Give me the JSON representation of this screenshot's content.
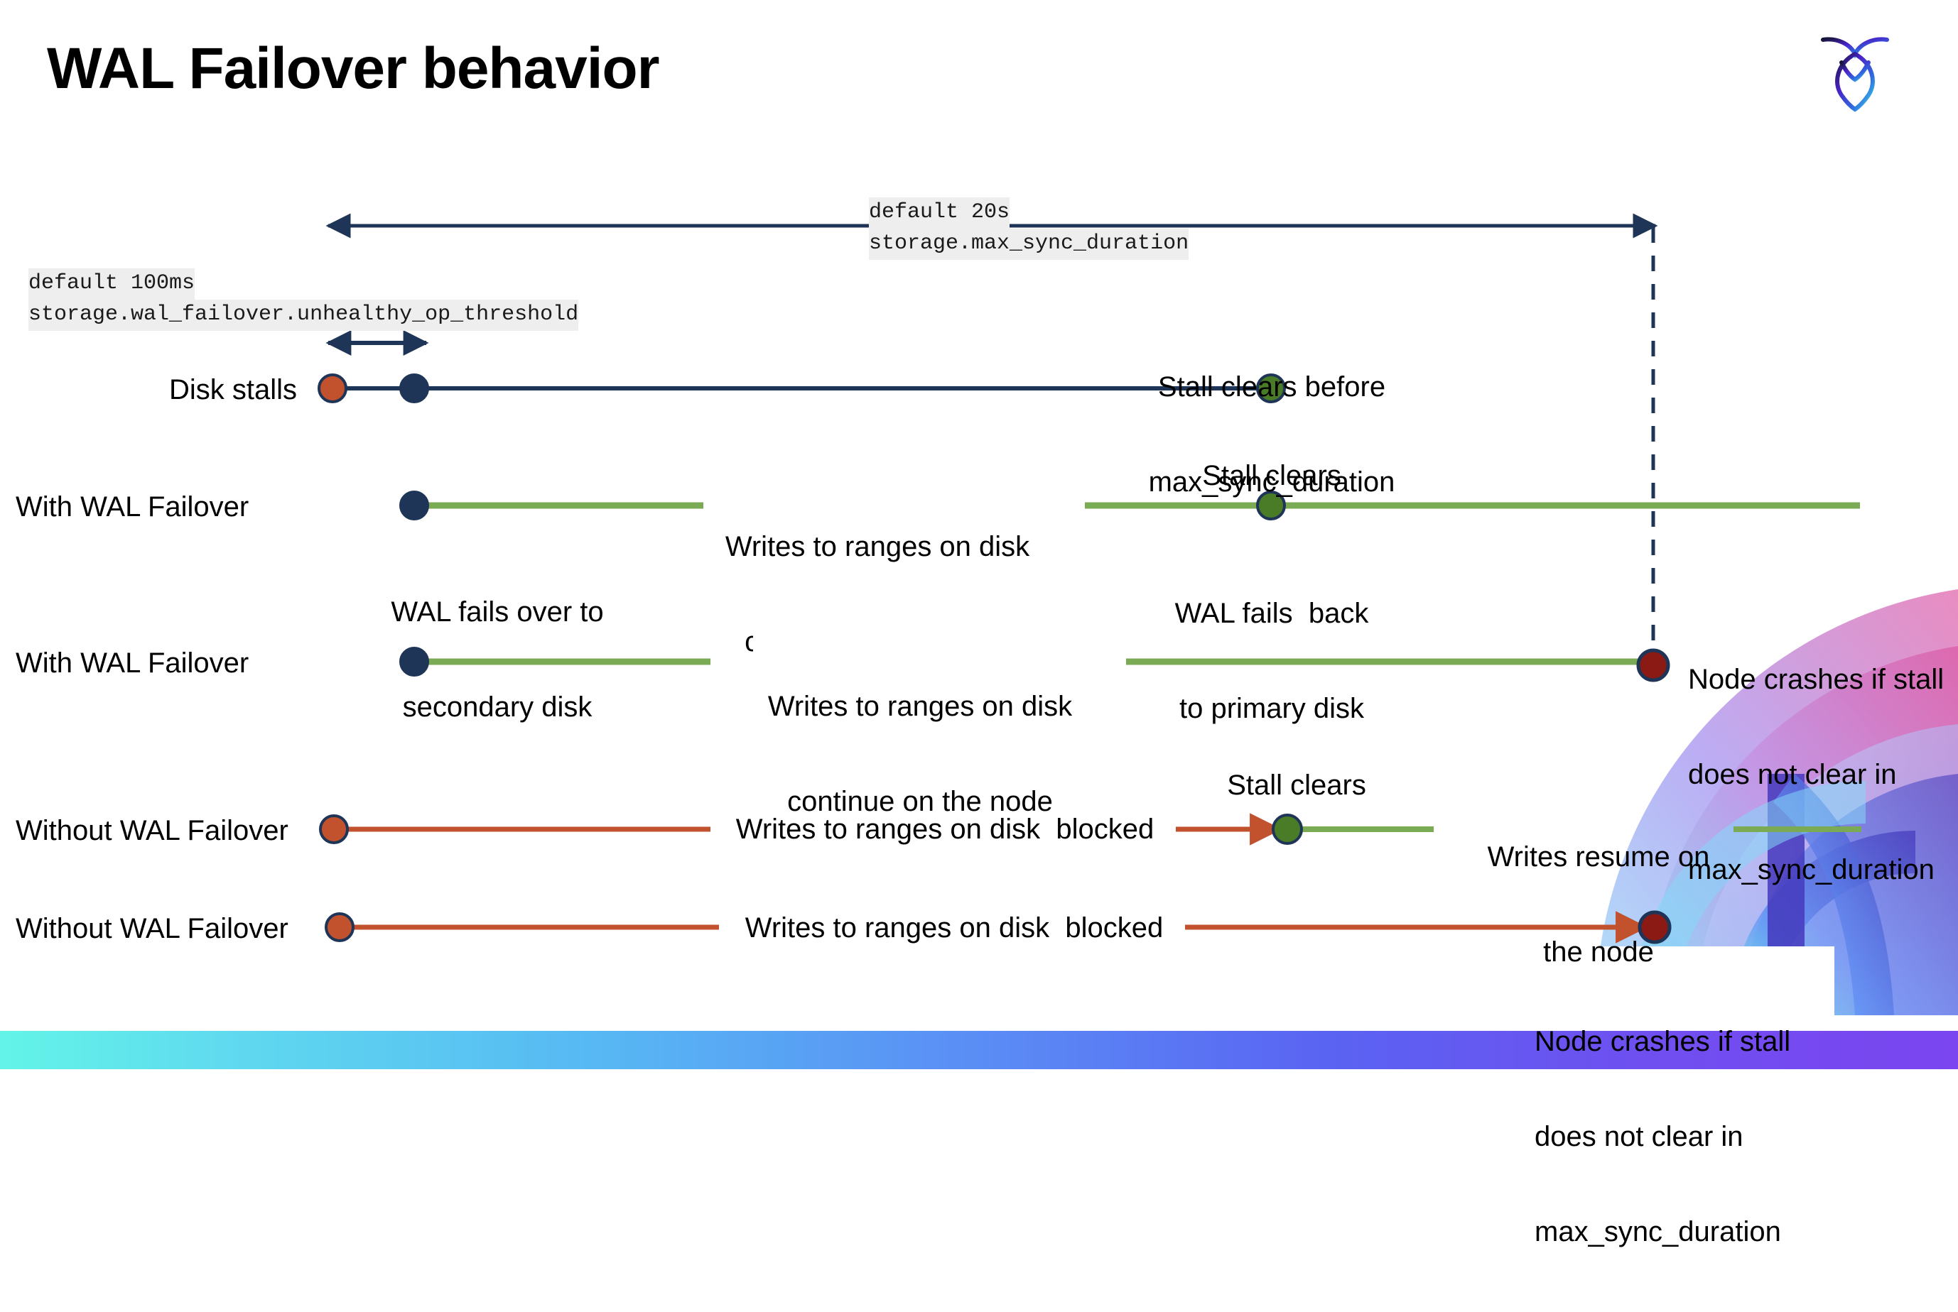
{
  "slide": {
    "title": "WAL Failover behavior",
    "logo_name": "cockroachdb-logo"
  },
  "colors": {
    "navy": "#1F3557",
    "orange": "#C2522E",
    "green_line": "#7BAA54",
    "green_dot": "#4A7C28",
    "dark_red": "#8C1A14",
    "accent_gradient_start": "#63f4e8",
    "accent_gradient_end": "#7b45ef"
  },
  "annotations": {
    "max_sync": {
      "line1": "default 20s",
      "line2": "storage.max_sync_duration"
    },
    "unhealthy_threshold": {
      "line1": "default 100ms",
      "line2": "storage.wal_failover.unhealthy_op_threshold"
    }
  },
  "rows": [
    {
      "id": "disk-stalls",
      "label": "Disk stalls",
      "notes": [
        {
          "id": "stall-clears-before",
          "text": "Stall clears before\nmax_sync_duration"
        }
      ]
    },
    {
      "id": "with-wal-failover-1",
      "label": "With WAL Failover",
      "notes": [
        {
          "id": "writes-continue",
          "text": "Writes to ranges on disk\ncontinue on the node"
        },
        {
          "id": "stall-clears",
          "text": "Stall clears"
        },
        {
          "id": "wal-fails-over",
          "text": "WAL fails over to\nsecondary disk"
        },
        {
          "id": "wal-fails-back",
          "text": "WAL fails  back\nto primary disk"
        }
      ]
    },
    {
      "id": "with-wal-failover-2",
      "label": "With WAL Failover",
      "notes": [
        {
          "id": "writes-continue-2",
          "text": "Writes to ranges on disk\ncontinue on the node"
        },
        {
          "id": "node-crashes-1",
          "text": "Node crashes if stall\ndoes not clear in\nmax_sync_duration"
        }
      ]
    },
    {
      "id": "without-wal-failover-1",
      "label": "Without WAL Failover",
      "notes": [
        {
          "id": "writes-blocked-1",
          "text": "Writes to ranges on disk  blocked"
        },
        {
          "id": "stall-clears-2",
          "text": "Stall clears"
        },
        {
          "id": "writes-resume",
          "text": "Writes resume on\nthe node"
        }
      ]
    },
    {
      "id": "without-wal-failover-2",
      "label": "Without WAL Failover",
      "notes": [
        {
          "id": "writes-blocked-2",
          "text": "Writes to ranges on disk  blocked"
        },
        {
          "id": "node-crashes-2",
          "text": "Node crashes if stall\ndoes not clear in\nmax_sync_duration"
        }
      ]
    }
  ],
  "text": {
    "title": "WAL Failover behavior",
    "disk_stalls": "Disk stalls",
    "with_wal_failover_1": "With WAL Failover",
    "with_wal_failover_2": "With WAL Failover",
    "without_wal_failover_1": "Without WAL Failover",
    "without_wal_failover_2": "Without WAL Failover",
    "default_20s": "default 20s",
    "storage_max_sync_duration": "storage.max_sync_duration",
    "default_100ms": "default 100ms",
    "storage_unhealthy_op_threshold": "storage.wal_failover.unhealthy_op_threshold",
    "stall_clears_before_l1": "Stall clears before",
    "stall_clears_before_l2": "max_sync_duration",
    "writes_continue_l1": "Writes to ranges on disk",
    "writes_continue_l2": "continue on the node",
    "stall_clears": "Stall clears",
    "wal_fails_over_l1": "WAL fails over to",
    "wal_fails_over_l2": "secondary disk",
    "wal_fails_back_l1": "WAL fails  back",
    "wal_fails_back_l2": "to primary disk",
    "writes_continue2_l1": "Writes to ranges on disk",
    "writes_continue2_l2": "continue on the node",
    "node_crashes_l1": "Node crashes if stall",
    "node_crashes_l2": "does not clear in",
    "node_crashes_l3": "max_sync_duration",
    "writes_blocked": "Writes to ranges on disk  blocked",
    "stall_clears_2": "Stall clears",
    "writes_resume_l1": "Writes resume on",
    "writes_resume_l2": "the node",
    "writes_blocked_2": "Writes to ranges on disk  blocked",
    "node_crashes2_l1": "Node crashes if stall",
    "node_crashes2_l2": "does not clear in",
    "node_crashes2_l3": "max_sync_duration"
  }
}
